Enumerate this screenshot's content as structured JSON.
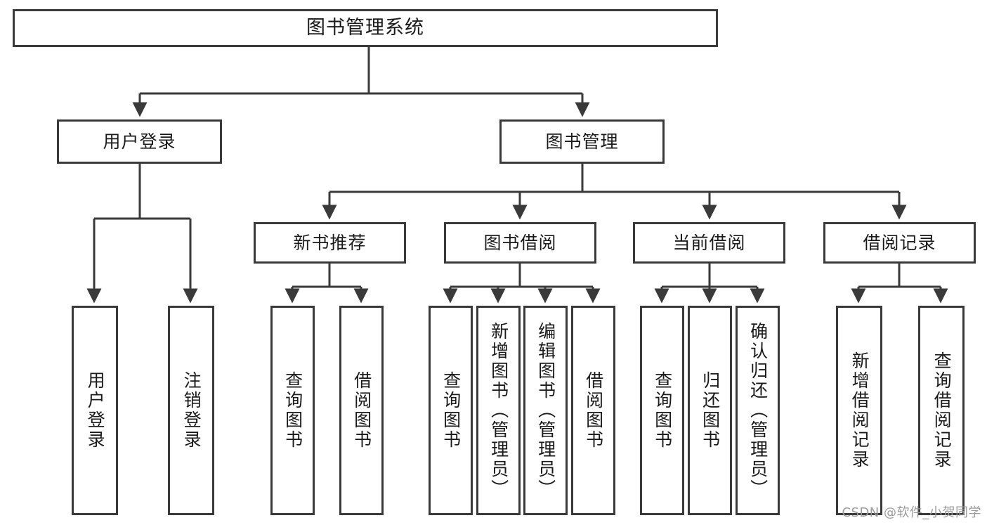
{
  "diagram": {
    "type": "tree",
    "title": "图书管理系统",
    "watermark": "CSDN @软件_小贺同学",
    "colors": {
      "background": "#ffffff",
      "stroke": "#3a3a3a",
      "text": "#1a1a1a",
      "watermark": "#9b9b9b"
    },
    "root": {
      "label": "图书管理系统"
    },
    "level2": [
      {
        "label": "用户登录"
      },
      {
        "label": "图书管理"
      }
    ],
    "level3": [
      {
        "label": "新书推荐"
      },
      {
        "label": "图书借阅"
      },
      {
        "label": "当前借阅"
      },
      {
        "label": "借阅记录"
      }
    ],
    "leaves": {
      "user_login": [
        {
          "label": "用户登录"
        },
        {
          "label": "注销登录"
        }
      ],
      "new_book_recommend": [
        {
          "label": "查询图书"
        },
        {
          "label": "借阅图书"
        }
      ],
      "book_borrow": [
        {
          "label": "查询图书"
        },
        {
          "label": "新增图书（管理员）"
        },
        {
          "label": "编辑图书（管理员）"
        },
        {
          "label": "借阅图书"
        }
      ],
      "current_borrow": [
        {
          "label": "查询图书"
        },
        {
          "label": "归还图书"
        },
        {
          "label": "确认归还（管理员）"
        }
      ],
      "borrow_record": [
        {
          "label": "新增借阅记录"
        },
        {
          "label": "查询借阅记录"
        }
      ]
    }
  }
}
